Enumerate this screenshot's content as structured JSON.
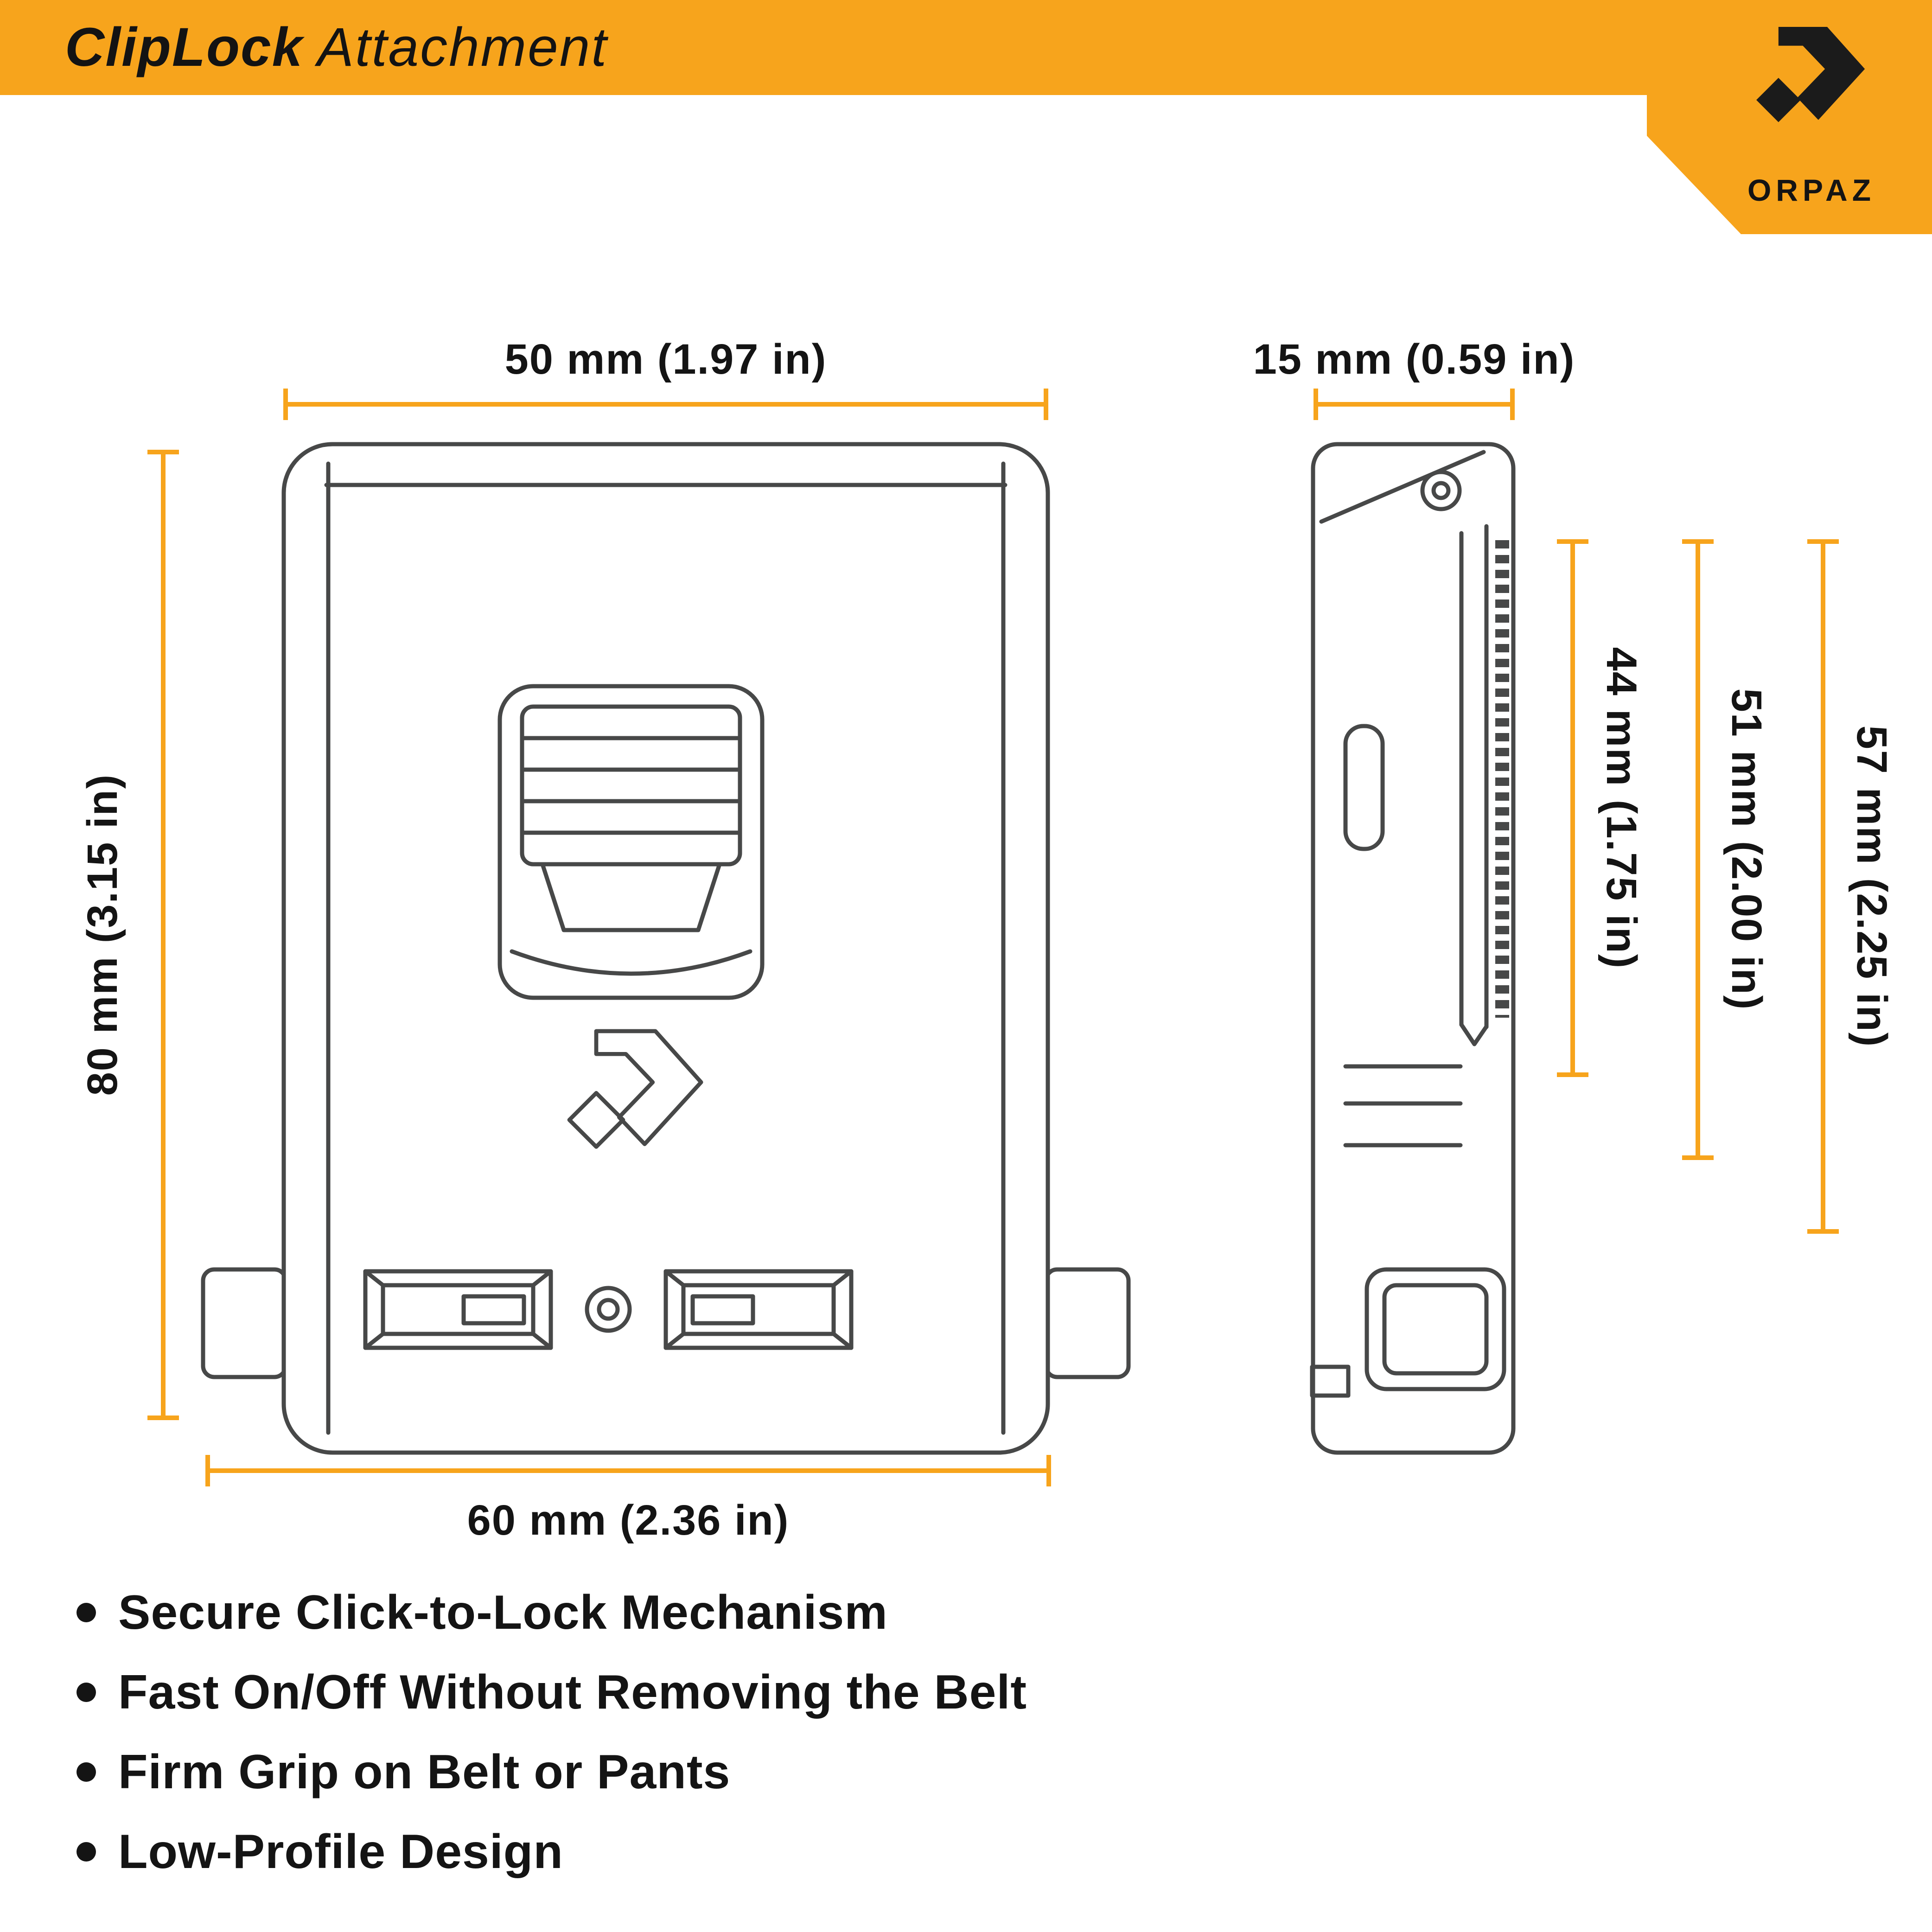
{
  "colors": {
    "accent": "#F7A41C",
    "ink": "#141414",
    "line": "#474848"
  },
  "header": {
    "title_bold": "ClipLock",
    "title_regular": "Attachment",
    "brand": "ORPAZ"
  },
  "dims": {
    "front_width": "50 mm (1.97 in)",
    "front_height": "80 mm (3.15 in)",
    "base_width": "60 mm (2.36 in)",
    "side_width": "15 mm (0.59 in)",
    "clip_inner": "44 mm (1.75 in)",
    "clip_mid": "51 mm (2.00 in)",
    "clip_full": "57 mm (2.25 in)"
  },
  "features": [
    "Secure Click-to-Lock Mechanism",
    "Fast On/Off Without Removing the Belt",
    "Firm Grip on Belt or Pants",
    "Low-Profile Design"
  ]
}
